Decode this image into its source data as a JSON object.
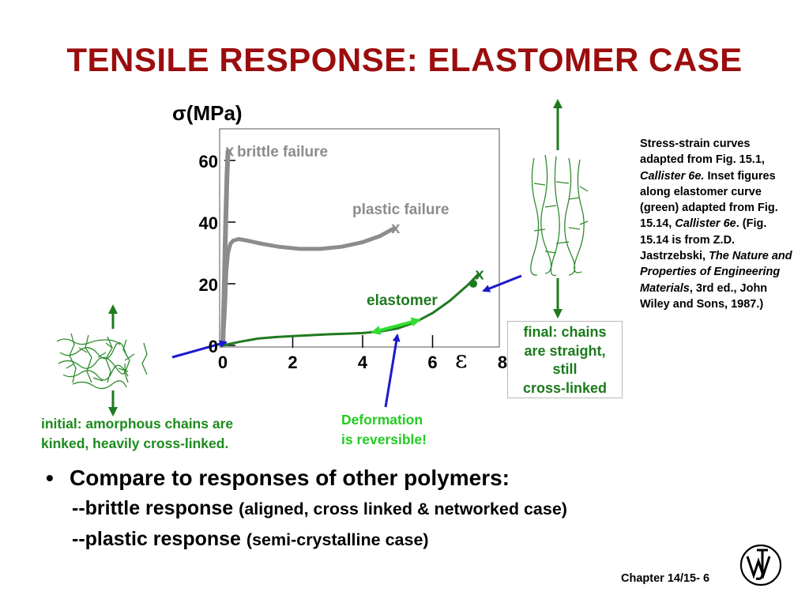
{
  "title": "TENSILE RESPONSE:  ELASTOMER CASE",
  "chart_data": {
    "type": "line",
    "ylabel": "σ(MPa)",
    "xlabel": "ε",
    "xlim": [
      0,
      8
    ],
    "ylim": [
      0,
      70
    ],
    "x_ticks": [
      "0",
      "2",
      "4",
      "6",
      "8"
    ],
    "y_ticks": [
      "0",
      "20",
      "40",
      "60"
    ],
    "series": [
      {
        "name": "brittle failure",
        "color": "#8c8c8c",
        "x": [
          0.0,
          0.04,
          0.08,
          0.12,
          0.15
        ],
        "y": [
          0,
          18,
          38,
          55,
          63
        ]
      },
      {
        "name": "plastic failure",
        "color": "#8c8c8c",
        "x": [
          0.0,
          0.06,
          0.1,
          0.15,
          0.22,
          0.3,
          0.45,
          0.7,
          1.1,
          1.6,
          2.2,
          2.8,
          3.4,
          4.0,
          4.5,
          4.9
        ],
        "y": [
          0,
          12,
          24,
          30,
          33,
          34,
          34.5,
          34,
          33,
          32,
          31.3,
          31.3,
          32,
          33.5,
          35.5,
          38
        ]
      },
      {
        "name": "elastomer",
        "color": "#1f7a1f",
        "x": [
          0.0,
          0.5,
          1.0,
          1.5,
          2.0,
          2.5,
          3.0,
          3.5,
          4.0,
          4.5,
          5.0,
          5.5,
          6.0,
          6.5,
          7.0,
          7.3
        ],
        "y": [
          0,
          1.2,
          2.2,
          2.7,
          3.0,
          3.3,
          3.6,
          3.8,
          4.0,
          4.5,
          5.5,
          7.5,
          10.5,
          14.5,
          19.5,
          23
        ]
      }
    ],
    "annotations": [
      "brittle failure",
      "plastic failure",
      "elastomer"
    ],
    "failure_marker": "x",
    "reversible_arrow": [
      4.3,
      5.6
    ]
  },
  "caption": {
    "lines": [
      "Stress-strain curves adapted from Fig. 15.1, ",
      "Callister 6e.",
      " Inset figures along elastomer curve (green) adapted from Fig. 15.14, ",
      "Callister 6e",
      ".  (Fig. 15.14 is from Z.D. Jastrzebski, ",
      "The Nature and Properties of Engineering Materials",
      ", 3rd ed., John Wiley and Sons, 1987.)"
    ]
  },
  "final_box": {
    "line1": "final:  chains",
    "line2": "are straight,",
    "line3": "still",
    "line4": "cross-linked"
  },
  "initial_note": {
    "line1": "initial:  amorphous chains are",
    "line2": "kinked, heavily cross-linked."
  },
  "deform_note": {
    "line1": "Deformation",
    "line2": "is reversible!"
  },
  "bullets": {
    "main": "Compare to responses of other polymers:",
    "sub1_bold": "--brittle response",
    "sub1_paren": "(aligned, cross linked & networked case)",
    "sub2_bold": "--plastic response",
    "sub2_paren": "(semi-crystalline case)"
  },
  "footer": {
    "chapter": "Chapter 14/15- 6"
  },
  "colors": {
    "title": "#9b0d0d",
    "gray_curve": "#8c8c8c",
    "elastomer": "#1f7a1f",
    "bright_green": "#33dd33",
    "arrow_blue": "#1a1acc",
    "chain_green": "#2e8b2e"
  }
}
